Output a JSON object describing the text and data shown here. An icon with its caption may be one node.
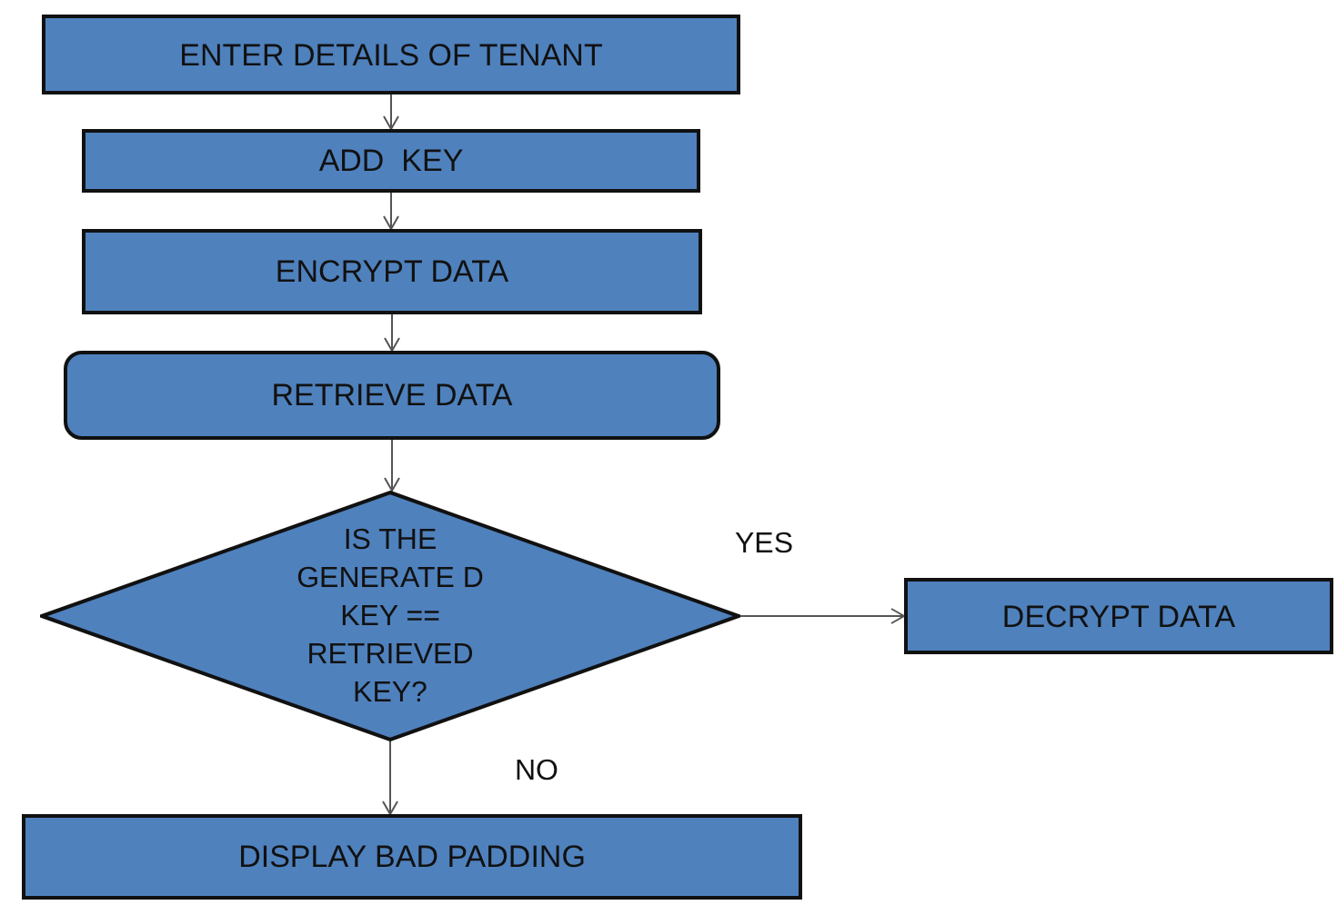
{
  "diagram": {
    "nodes": [
      {
        "text": [
          "ENTER DETAILS OF TENANT"
        ]
      },
      {
        "text": [
          "ADD  KEY"
        ]
      },
      {
        "text": [
          "ENCRYPT DATA"
        ]
      },
      {
        "text": [
          "RETRIEVE DATA"
        ]
      },
      {
        "text": [
          "IS THE GENERATE D KEY == RETRIEVED KEY?"
        ]
      },
      {
        "text": [
          "DECRYPT DATA"
        ]
      },
      {
        "text": [
          "DISPLAY BAD PADDING"
        ]
      }
    ],
    "edges": [
      {
        "from": 0,
        "to": 1,
        "arrow": "to"
      },
      {
        "from": 1,
        "to": 2,
        "arrow": "to"
      },
      {
        "from": 2,
        "to": 3,
        "arrow": "to"
      },
      {
        "from": 3,
        "to": 4,
        "arrow": "to"
      },
      {
        "from": 4,
        "to": 5,
        "arrow": "to",
        "label": "YES"
      },
      {
        "from": 4,
        "to": 6,
        "arrow": "to",
        "label": "NO"
      }
    ]
  }
}
